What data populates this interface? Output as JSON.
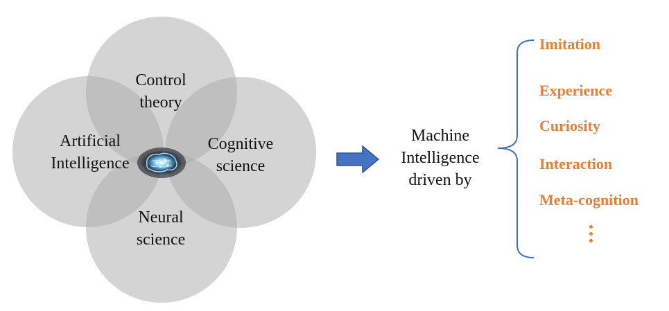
{
  "circles": [
    {
      "id": "control",
      "lines": [
        "Control",
        "theory"
      ]
    },
    {
      "id": "ai",
      "lines": [
        "Artificial",
        "Intelligence"
      ]
    },
    {
      "id": "cognitive",
      "lines": [
        "Cognitive",
        "science"
      ]
    },
    {
      "id": "neural",
      "lines": [
        "Neural",
        "science"
      ]
    }
  ],
  "center": {
    "lines": [
      "Machine",
      "Intelligence",
      "driven by"
    ]
  },
  "drivers": [
    "Imitation",
    "Experience",
    "Curiosity",
    "Interaction",
    "Meta-cognition"
  ],
  "colors": {
    "circle_fill": "#aaaaaa",
    "arrow": "#4472C4",
    "brace": "#4472C4",
    "driver_text": "#ED7D31",
    "brain_glow": "#5bc8ff"
  },
  "icons": {
    "arrow": "right-arrow-icon",
    "brain": "brain-icon",
    "brace": "curly-brace-icon",
    "ellipsis": "vertical-ellipsis-icon"
  }
}
